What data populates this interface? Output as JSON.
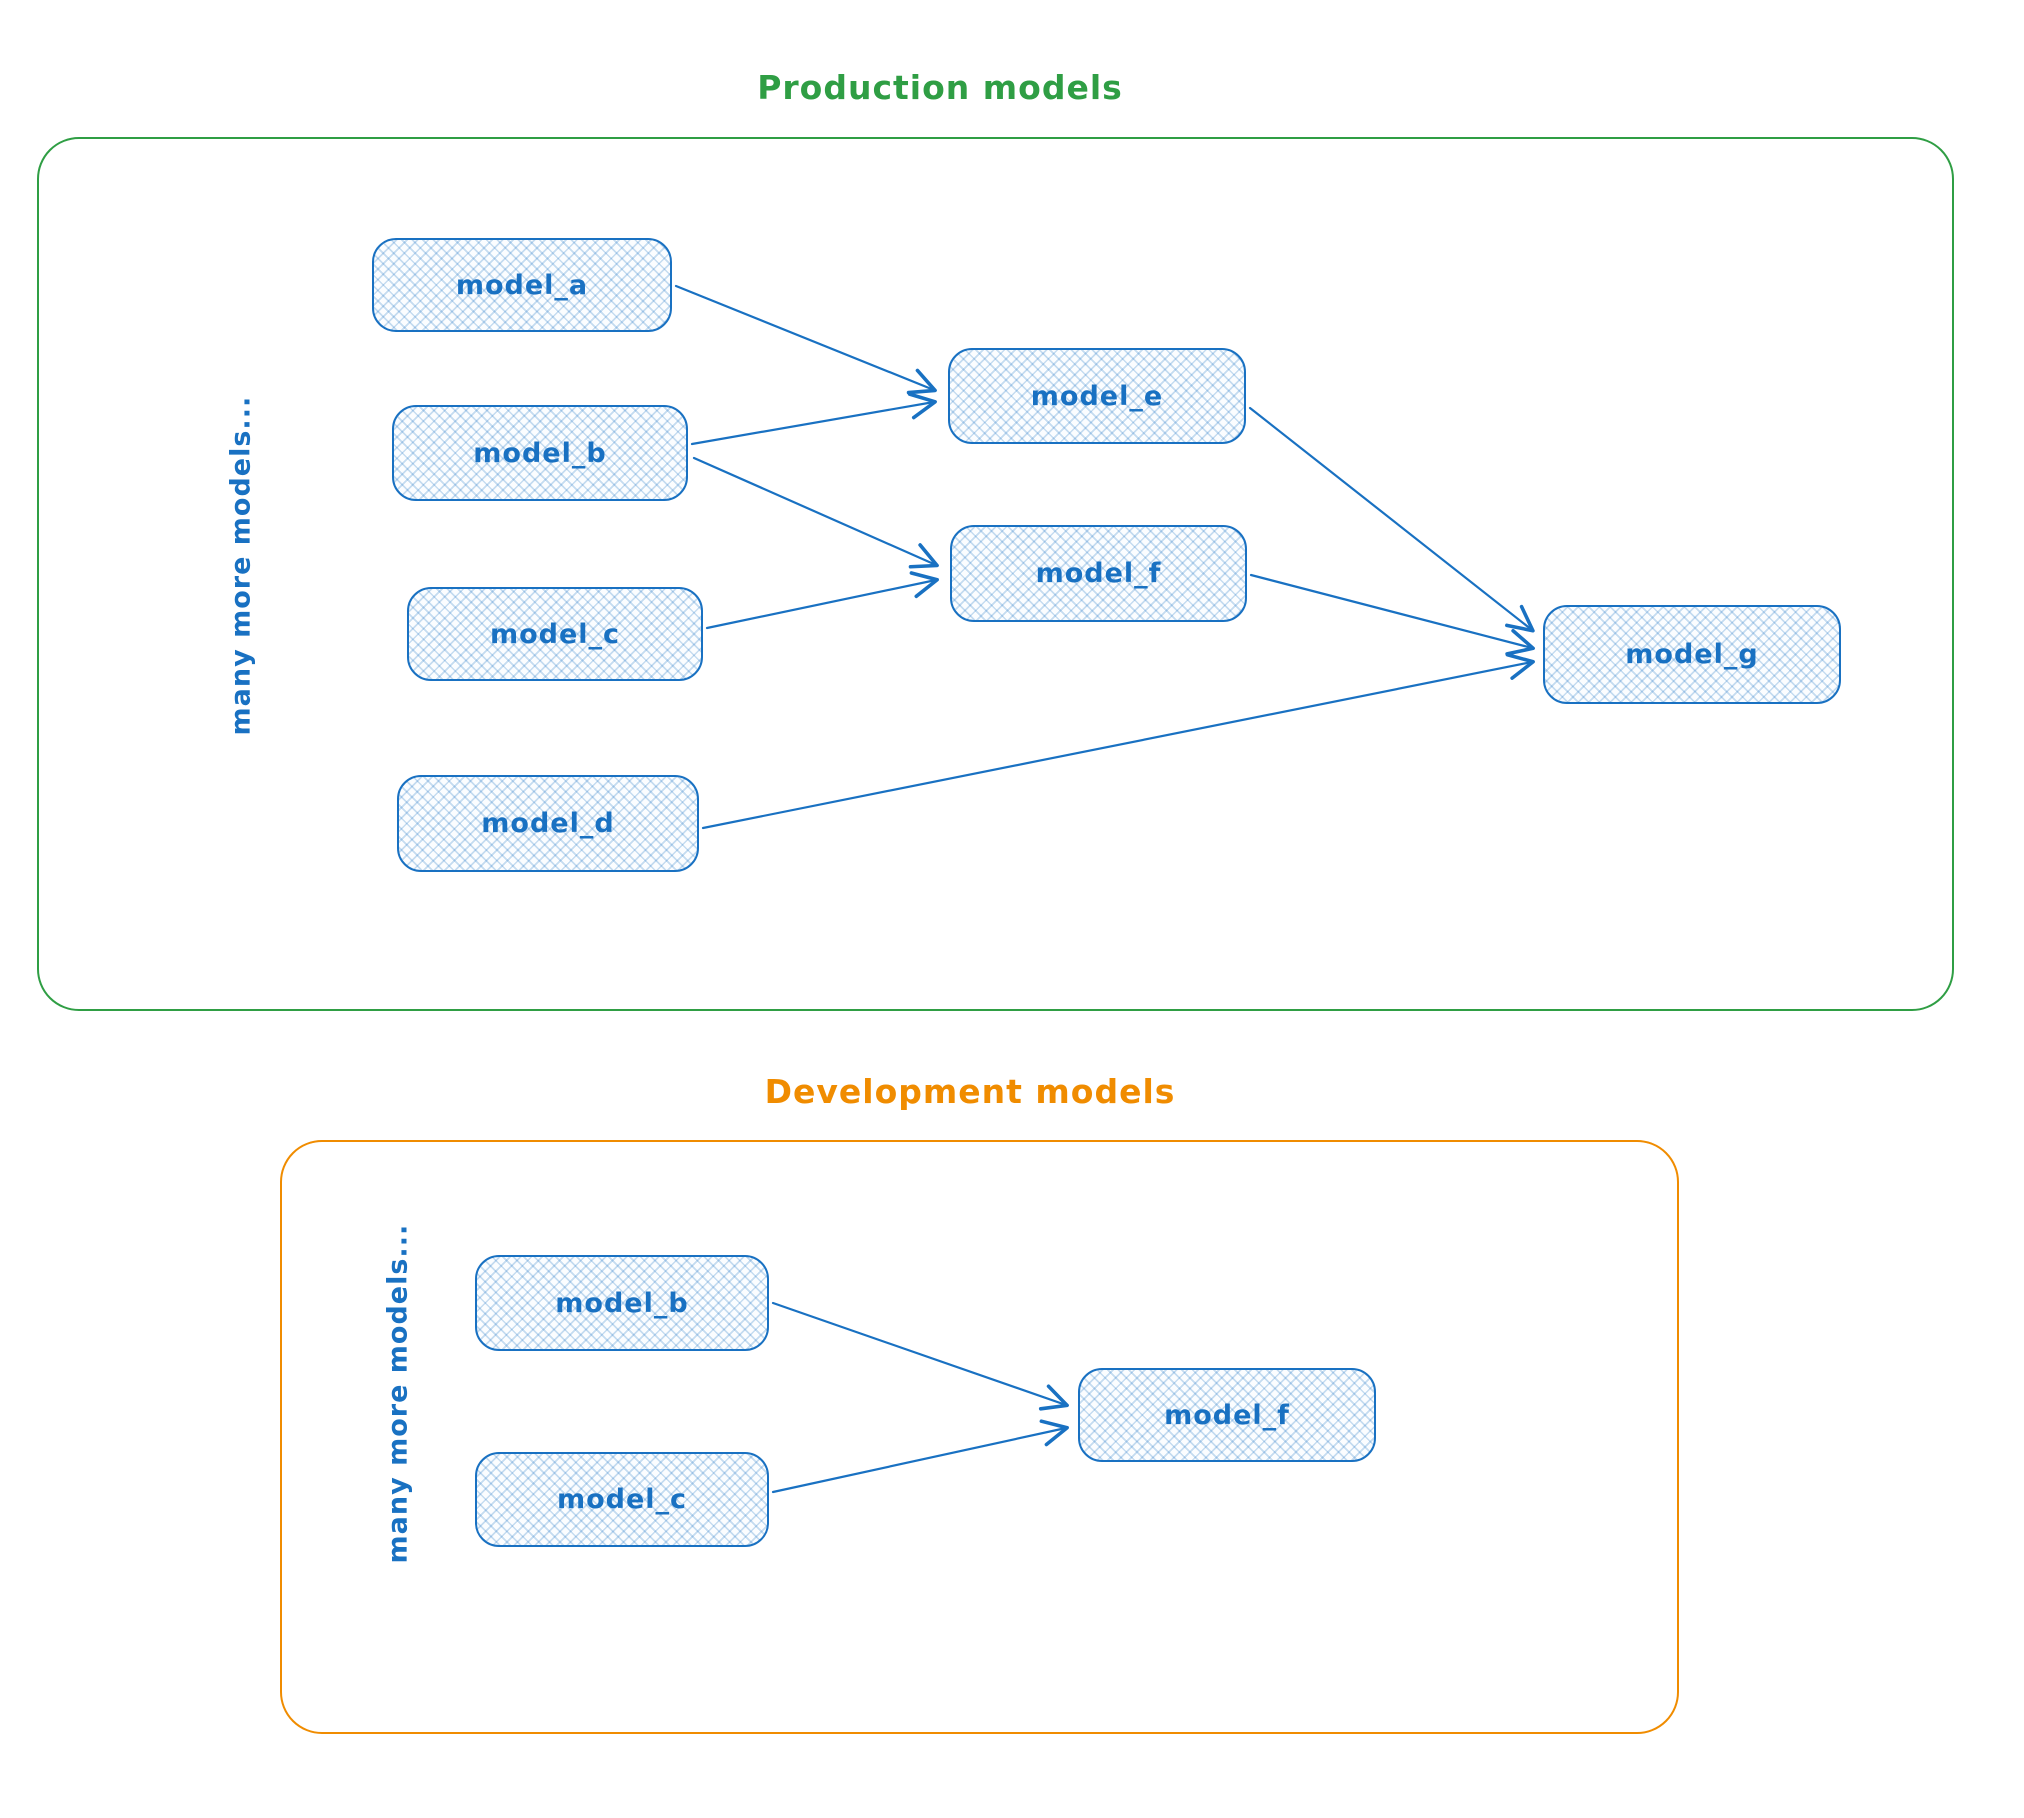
{
  "colors": {
    "node_stroke": "#1971c2",
    "node_text": "#1971c2",
    "production_accent": "#2f9e44",
    "development_accent": "#f08c00"
  },
  "production": {
    "title": "Production models",
    "side_label": "many more models...",
    "nodes": {
      "a": {
        "label": "model_a"
      },
      "b": {
        "label": "model_b"
      },
      "c": {
        "label": "model_c"
      },
      "d": {
        "label": "model_d"
      },
      "e": {
        "label": "model_e"
      },
      "f": {
        "label": "model_f"
      },
      "g": {
        "label": "model_g"
      }
    },
    "edges": [
      {
        "from": "model_a",
        "to": "model_e"
      },
      {
        "from": "model_b",
        "to": "model_e"
      },
      {
        "from": "model_b",
        "to": "model_f"
      },
      {
        "from": "model_c",
        "to": "model_f"
      },
      {
        "from": "model_e",
        "to": "model_g"
      },
      {
        "from": "model_f",
        "to": "model_g"
      },
      {
        "from": "model_d",
        "to": "model_g"
      }
    ]
  },
  "development": {
    "title": "Development models",
    "side_label": "many more models...",
    "nodes": {
      "b": {
        "label": "model_b"
      },
      "c": {
        "label": "model_c"
      },
      "f": {
        "label": "model_f"
      }
    },
    "edges": [
      {
        "from": "model_b",
        "to": "model_f"
      },
      {
        "from": "model_c",
        "to": "model_f"
      }
    ]
  }
}
